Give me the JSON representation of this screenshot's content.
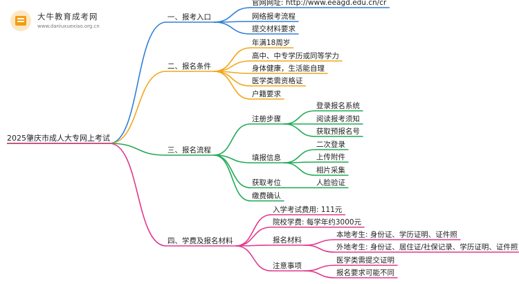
{
  "watermark": {
    "name": "大牛教育成考网",
    "url": "www.daniuxuexiao.org.cn"
  },
  "colors": {
    "blue": "#2f7fd6",
    "orange": "#f2a619",
    "green": "#1faa55",
    "pink": "#e0388c"
  },
  "root": "2025肇庆市成人大专网上考试",
  "branches": [
    {
      "label": "一、报考入口",
      "color": "blue",
      "children": [
        {
          "label": "官网网址: http://www.eeagd.edu.cn/cr"
        },
        {
          "label": "网络报考流程"
        },
        {
          "label": "提交材料要求"
        }
      ]
    },
    {
      "label": "二、报名条件",
      "color": "orange",
      "children": [
        {
          "label": "年满18周岁"
        },
        {
          "label": "高中、中专学历或同等学力"
        },
        {
          "label": "身体健康，生活能自理"
        },
        {
          "label": "医学类需资格证"
        },
        {
          "label": "户籍要求"
        }
      ]
    },
    {
      "label": "三、报名流程",
      "color": "green",
      "children": [
        {
          "label": "注册步骤",
          "children": [
            {
              "label": "登录报名系统"
            },
            {
              "label": "阅读报考须知"
            },
            {
              "label": "获取预报名号"
            }
          ]
        },
        {
          "label": "填报信息",
          "children": [
            {
              "label": "二次登录"
            },
            {
              "label": "上传附件"
            },
            {
              "label": "相片采集"
            }
          ]
        },
        {
          "label": "获取考位",
          "children": [
            {
              "label": "人脸验证"
            }
          ]
        },
        {
          "label": "缴费确认"
        }
      ]
    },
    {
      "label": "四、学费及报名材料",
      "color": "pink",
      "children": [
        {
          "label": "入学考试费用: 111元"
        },
        {
          "label": "院校学费: 每学年约3000元"
        },
        {
          "label": "报名材料",
          "children": [
            {
              "label": "本地考生: 身份证、学历证明、证件照"
            },
            {
              "label": "外地考生: 身份证、居住证/社保记录、学历证明、证件照"
            }
          ]
        },
        {
          "label": "注意事项",
          "children": [
            {
              "label": "医学类需提交证明"
            },
            {
              "label": "报名要求可能不同"
            }
          ]
        }
      ]
    }
  ]
}
